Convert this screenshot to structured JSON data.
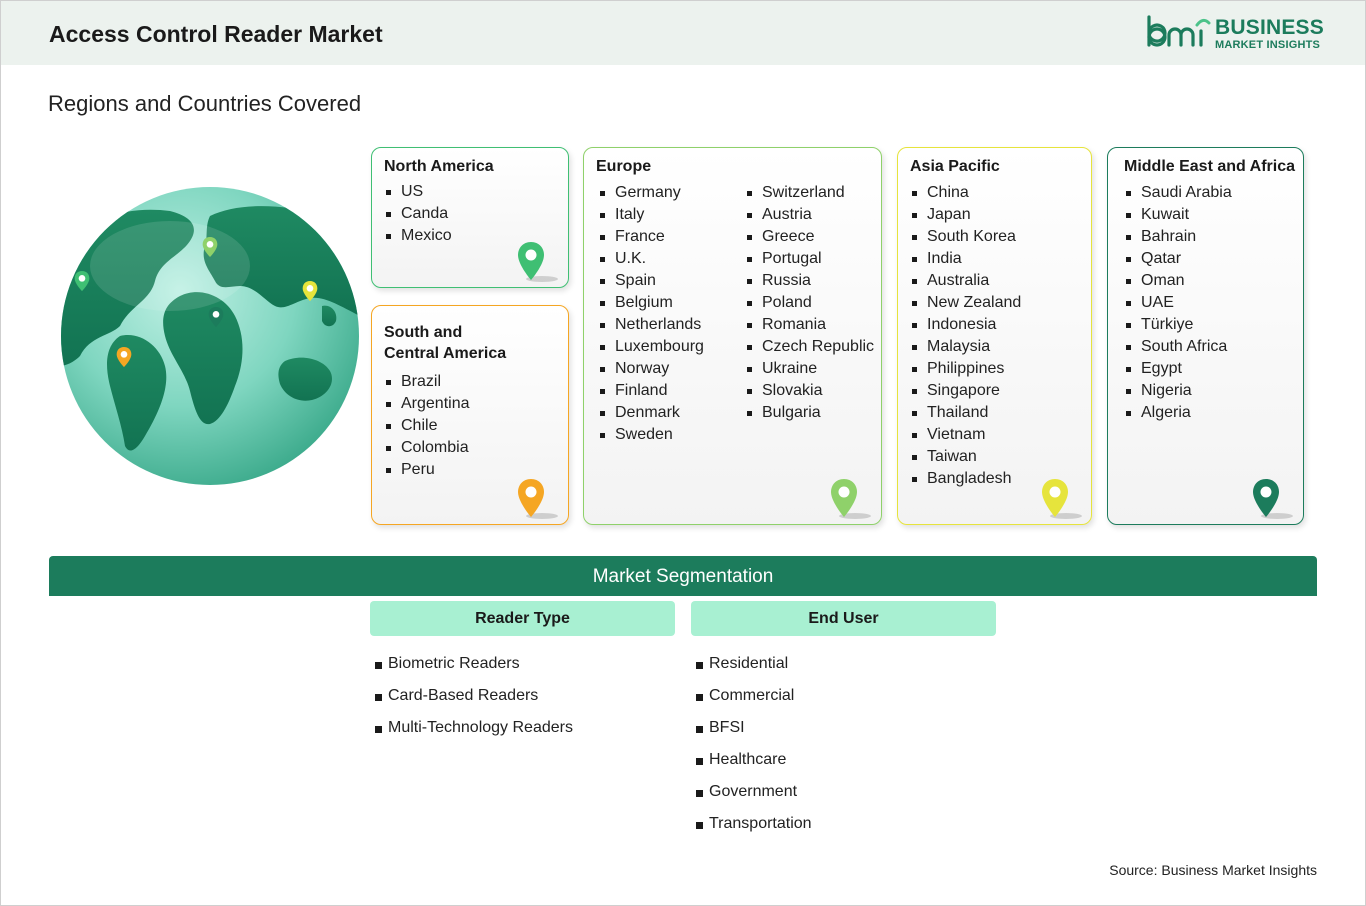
{
  "header": {
    "title": "Access Control Reader Market",
    "logo_line1": "BUSINESS",
    "logo_line2": "MARKET INSIGHTS"
  },
  "subtitle": "Regions and Countries Covered",
  "colors": {
    "brand": "#1c7c5c",
    "north_america": "#3fbf73",
    "south_central_america": "#f5a623",
    "europe": "#8fd16a",
    "asia_pacific": "#e6e43c",
    "middle_east_africa": "#1c7c5c"
  },
  "regions": {
    "north_america": {
      "name": "North America",
      "countries": [
        "US",
        "Canda",
        "Mexico"
      ]
    },
    "south_central_america": {
      "name_line1": "South and",
      "name_line2": "Central America",
      "countries": [
        "Brazil",
        "Argentina",
        "Chile",
        "Colombia",
        "Peru"
      ]
    },
    "europe": {
      "name": "Europe",
      "col1": [
        "Germany",
        "Italy",
        "France",
        "U.K.",
        "Spain",
        "Belgium",
        "Netherlands",
        "Luxembourg",
        "Norway",
        "Finland",
        "Denmark",
        "Sweden"
      ],
      "col2": [
        "Switzerland",
        "Austria",
        "Greece",
        "Portugal",
        "Russia",
        "Poland",
        "Romania",
        "Czech Republic",
        "Ukraine",
        "Slovakia",
        "Bulgaria"
      ]
    },
    "asia_pacific": {
      "name": "Asia Pacific",
      "countries": [
        "China",
        "Japan",
        "South Korea",
        "India",
        "Australia",
        "New Zealand",
        "Indonesia",
        "Malaysia",
        "Philippines",
        "Singapore",
        "Thailand",
        "Vietnam",
        "Taiwan",
        "Bangladesh"
      ]
    },
    "middle_east_africa": {
      "name": "Middle East and Africa",
      "countries": [
        "Saudi Arabia",
        "Kuwait",
        "Bahrain",
        "Qatar",
        "Oman",
        "UAE",
        "Türkiye",
        "South Africa",
        "Egypt",
        "Nigeria",
        "Algeria"
      ]
    }
  },
  "segmentation": {
    "title": "Market Segmentation",
    "reader_type": {
      "label": "Reader Type",
      "items": [
        "Biometric Readers",
        "Card-Based Readers",
        "Multi-Technology Readers"
      ]
    },
    "end_user": {
      "label": "End User",
      "items": [
        "Residential",
        "Commercial",
        "BFSI",
        "Healthcare",
        "Government",
        "Transportation"
      ]
    }
  },
  "source": "Source: Business Market Insights"
}
